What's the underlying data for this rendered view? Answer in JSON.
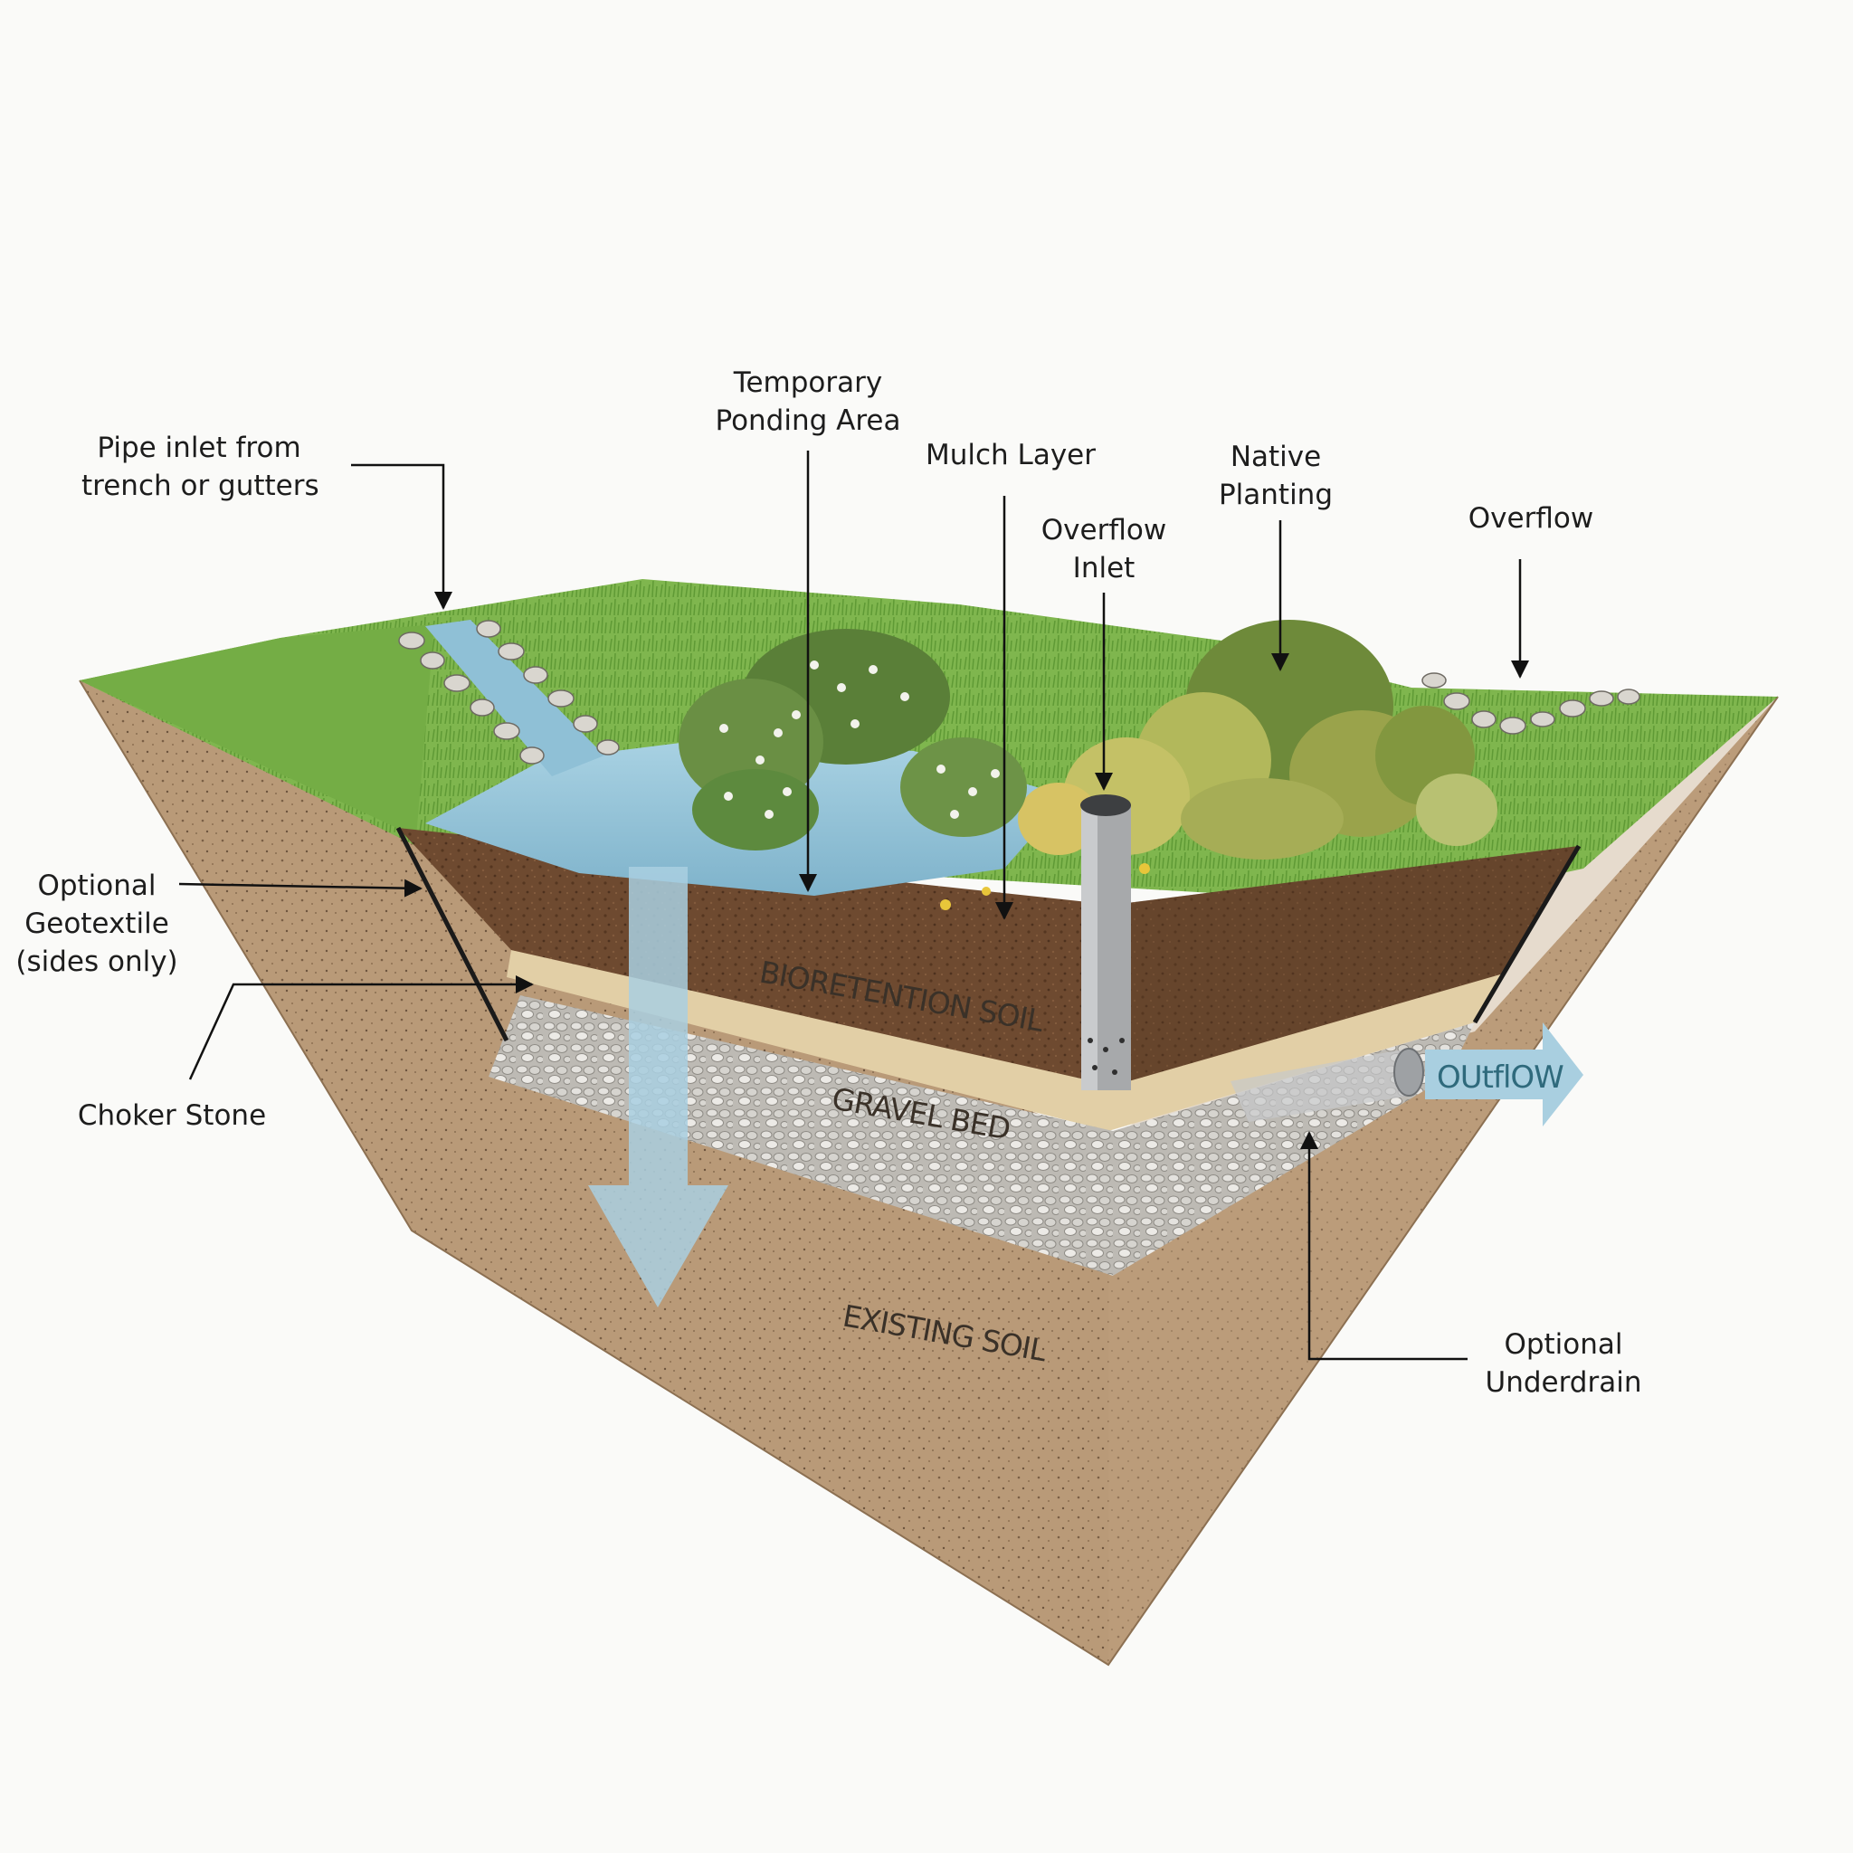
{
  "callouts": {
    "pipe_inlet": [
      "Pipe inlet from",
      "trench or gutters"
    ],
    "ponding": [
      "Temporary",
      "Ponding Area"
    ],
    "mulch": [
      "Mulch Layer"
    ],
    "overflow_inlet": [
      "Overflow",
      "Inlet"
    ],
    "native_planting": [
      "Native",
      "Planting"
    ],
    "overflow": [
      "Overflow"
    ],
    "geotextile": [
      "Optional",
      "Geotextile",
      "(sides only)"
    ],
    "choker": [
      "Choker Stone"
    ],
    "underdrain": [
      "Optional",
      "Underdrain"
    ]
  },
  "layers": {
    "bioretention": "BIORETENTION SOIL",
    "gravel": "GRAVEL BED",
    "existing": "EXISTING SOIL"
  },
  "outflow": "OUtflOW",
  "colors": {
    "grass": "#86bd55",
    "water": "#8fc0d6",
    "bioretention_soil": "#6e4a30",
    "gravel": "#c9c7c2",
    "choker": "#e2cfa6",
    "existing_soil": "#b99a78",
    "arrow": "#a9cfe0"
  }
}
